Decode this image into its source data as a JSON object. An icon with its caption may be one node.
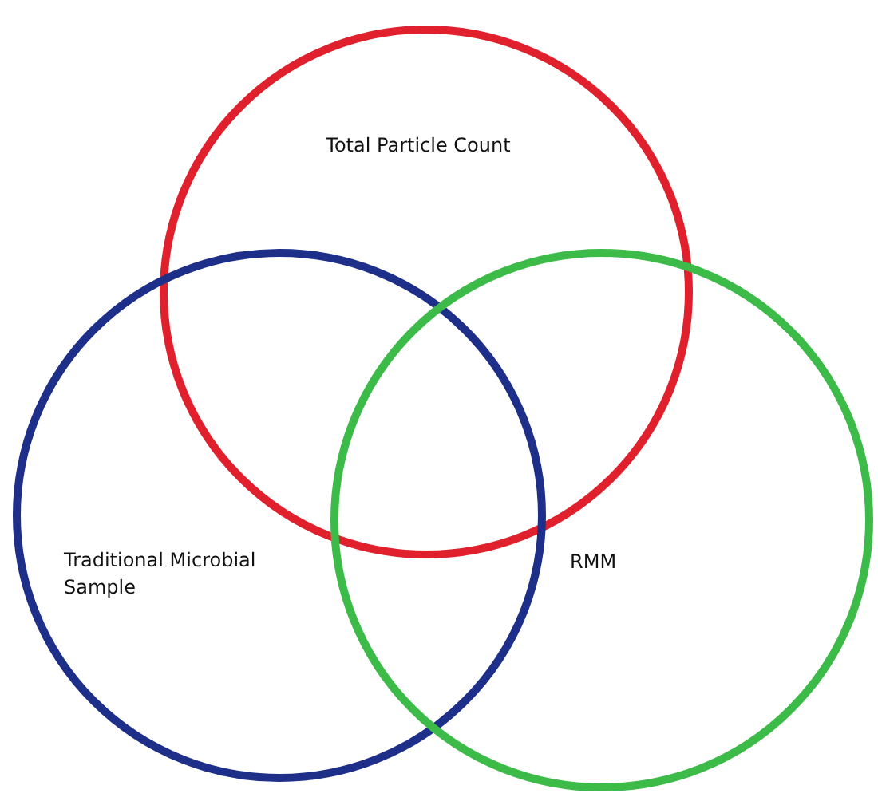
{
  "diagram": {
    "nodes": [
      {
        "text": [
          "Total Particle Count"
        ]
      },
      {
        "text": [
          "Traditional Microbial Sample"
        ]
      },
      {
        "text": [
          "RMM"
        ]
      }
    ]
  }
}
